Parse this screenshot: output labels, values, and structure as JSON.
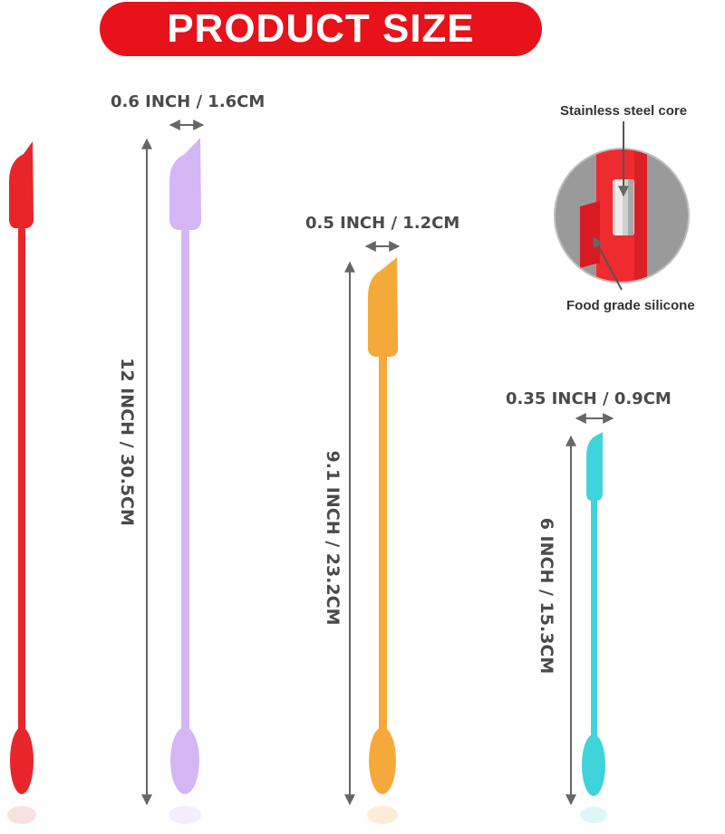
{
  "header": {
    "title": "PRODUCT SIZE"
  },
  "spatulas": [
    {
      "color": "#e8262a",
      "label": "red-spatula"
    },
    {
      "color": "#d3b6f3",
      "width_text": "0.6 INCH / 1.6CM",
      "length_text": "12 INCH / 30.5CM"
    },
    {
      "color": "#f6a93b",
      "width_text": "0.5 INCH / 1.2CM",
      "length_text": "9.1 INCH / 23.2CM"
    },
    {
      "color": "#3fd4dc",
      "width_text": "0.35 INCH / 0.9CM",
      "length_text": "6 INCH / 15.3CM"
    }
  ],
  "cross_section": {
    "top_label": "Stainless steel core",
    "bottom_label": "Food grade silicone"
  },
  "colors": {
    "banner": "#e8121a",
    "arrow": "#666666",
    "text": "#4a4a4a"
  }
}
